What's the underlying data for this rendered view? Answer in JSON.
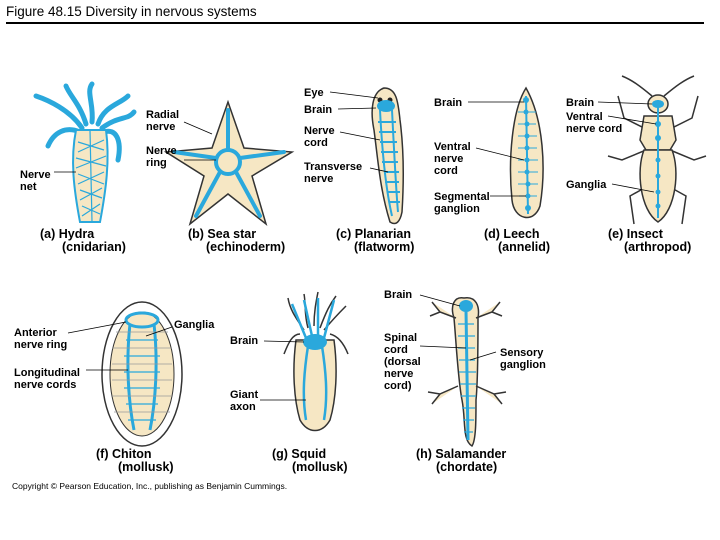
{
  "title": "Figure 48.15  Diversity in nervous systems",
  "colors": {
    "body": "#f6e7c4",
    "nerve": "#2aa8dc",
    "outline": "#333333"
  },
  "panels": {
    "a": {
      "cap1": "(a) Hydra",
      "cap2": "(cnidarian)",
      "labels": [
        "Nerve",
        "net"
      ]
    },
    "b": {
      "cap1": "(b) Sea star",
      "cap2": "(echinoderm)",
      "labels": [
        "Radial",
        "nerve",
        "Nerve",
        "ring"
      ]
    },
    "c": {
      "cap1": "(c) Planarian",
      "cap2": "(flatworm)",
      "labels": [
        "Eye",
        "Brain",
        "Nerve",
        "cord",
        "Transverse",
        "nerve"
      ]
    },
    "d": {
      "cap1": "(d) Leech",
      "cap2": "(annelid)",
      "labels": [
        "Brain",
        "Ventral",
        "nerve",
        "cord",
        "Segmental",
        "ganglion"
      ]
    },
    "e": {
      "cap1": "(e) Insect",
      "cap2": "(arthropod)",
      "labels": [
        "Brain",
        "Ventral",
        "nerve cord",
        "Ganglia"
      ]
    },
    "f": {
      "cap1": "(f) Chiton",
      "cap2": "(mollusk)",
      "labels": [
        "Anterior",
        "nerve ring",
        "Longitudinal",
        "nerve cords",
        "Ganglia"
      ]
    },
    "g": {
      "cap1": "(g) Squid",
      "cap2": "(mollusk)",
      "labels": [
        "Brain",
        "Giant",
        "axon"
      ]
    },
    "h": {
      "cap1": "(h) Salamander",
      "cap2": "(chordate)",
      "labels": [
        "Brain",
        "Spinal",
        "cord",
        "(dorsal",
        "nerve",
        "cord)",
        "Sensory",
        "ganglion"
      ]
    }
  },
  "copyright": "Copyright © Pearson Education, Inc., publishing as Benjamin Cummings."
}
